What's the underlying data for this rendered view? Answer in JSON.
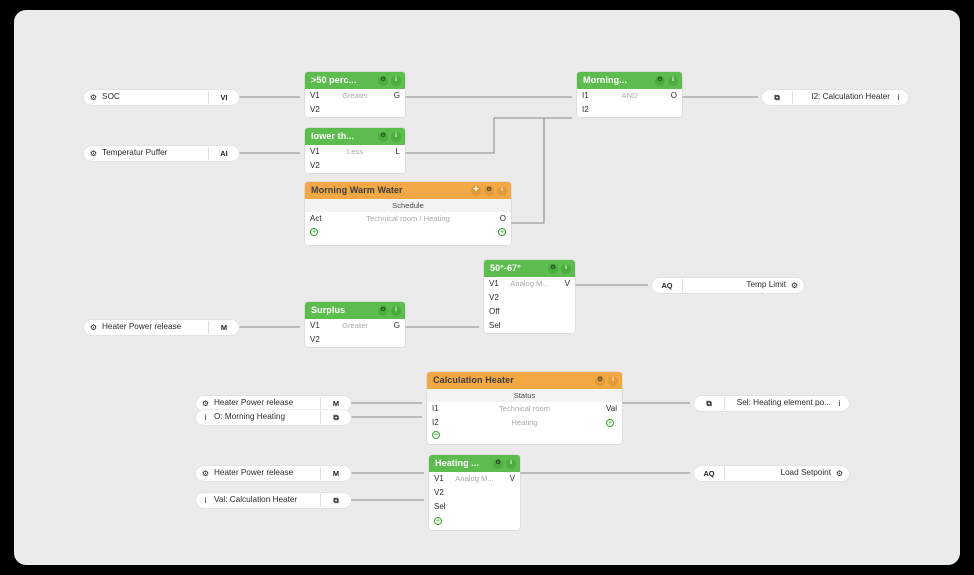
{
  "canvas": {
    "background": "#ebebeb",
    "frame_color": "#000000",
    "colors": {
      "green": "#5cbd4e",
      "orange": "#f3a846",
      "wire": "#8c8c8c",
      "plus": "#34a828"
    }
  },
  "icons": {
    "gear": "⚙",
    "info": "i",
    "move": "✚",
    "plus": "+",
    "export": "⇥",
    "import": "⇤",
    "page": "⧉"
  },
  "input_pills": [
    {
      "id": "soc",
      "icon": "gear-icon",
      "glyph": "⚙",
      "label": "SOC",
      "badge": "VI"
    },
    {
      "id": "temperatur-puffer",
      "icon": "gear-icon",
      "glyph": "⚙",
      "label": "Temperatur Puffer",
      "badge": "AI"
    },
    {
      "id": "heater-power-1",
      "icon": "gear-icon",
      "glyph": "⚙",
      "label": "Heater Power release",
      "badge": "M"
    },
    {
      "id": "heater-power-2",
      "icon": "gear-icon",
      "glyph": "⚙",
      "label": "Heater Power release",
      "badge": "M"
    },
    {
      "id": "morning-heating",
      "icon": "info-icon",
      "glyph": "i",
      "label": "O: Morning Heating",
      "badge": "⧉"
    },
    {
      "id": "heater-power-3",
      "icon": "gear-icon",
      "glyph": "⚙",
      "label": "Heater Power release",
      "badge": "M"
    },
    {
      "id": "val-calc-heater",
      "icon": "info-icon",
      "glyph": "i",
      "label": "Val: Calculation Heater",
      "badge": "⧉"
    }
  ],
  "output_pills": [
    {
      "id": "i2-calculation-heater",
      "badge": "⧉",
      "label": "I2: Calculation Heater",
      "icon": "info-icon",
      "glyph": "i"
    },
    {
      "id": "temp-limit",
      "badge": "AQ",
      "label": "Temp Limit",
      "icon": "gear-icon",
      "glyph": "⚙"
    },
    {
      "id": "sel-heating-element",
      "badge": "⧉",
      "label": "Sel: Heating element po...",
      "icon": "info-icon",
      "glyph": "i"
    },
    {
      "id": "load-setpoint",
      "badge": "AQ",
      "label": "Load Setpoint",
      "icon": "gear-icon",
      "glyph": "⚙"
    }
  ],
  "nodes": [
    {
      "id": "gt50-percent",
      "title": ">50  perc...",
      "color": "green",
      "subtitle": null,
      "func": "Greater",
      "inputs": [
        "V1",
        "V2"
      ],
      "outputs": [
        "G"
      ],
      "header_buttons": [
        "gear-icon",
        "info-icon"
      ],
      "has_plus": false
    },
    {
      "id": "lower-than",
      "title": "lower th...",
      "color": "green",
      "subtitle": null,
      "func": "Less",
      "inputs": [
        "V1",
        "V2"
      ],
      "outputs": [
        "L"
      ],
      "header_buttons": [
        "gear-icon",
        "info-icon"
      ],
      "has_plus": false
    },
    {
      "id": "morning-warm-water",
      "title": "Morning Warm Water",
      "color": "orange",
      "subtitle": "Schedule",
      "func": "Technical room / Heating",
      "inputs": [
        "Act"
      ],
      "outputs": [
        "O"
      ],
      "header_buttons": [
        "move-icon",
        "gear-icon",
        "info-icon"
      ],
      "has_plus": true
    },
    {
      "id": "morning-and",
      "title": "Morning...",
      "color": "green",
      "subtitle": null,
      "func": "AND",
      "inputs": [
        "I1",
        "I2"
      ],
      "outputs": [
        "O"
      ],
      "header_buttons": [
        "gear-icon",
        "info-icon"
      ],
      "has_plus": false
    },
    {
      "id": "temp-range-50-67",
      "title": "50°-67°",
      "color": "green",
      "subtitle": null,
      "func": "Analog M...",
      "inputs": [
        "V1",
        "V2",
        "Off",
        "Sel"
      ],
      "outputs": [
        "V"
      ],
      "header_buttons": [
        "gear-icon",
        "info-icon"
      ],
      "has_plus": false
    },
    {
      "id": "surplus",
      "title": "Surplus",
      "color": "green",
      "subtitle": null,
      "func": "Greater",
      "inputs": [
        "V1",
        "V2"
      ],
      "outputs": [
        "G"
      ],
      "header_buttons": [
        "gear-icon",
        "info-icon"
      ],
      "has_plus": false
    },
    {
      "id": "calculation-heater",
      "title": "Calculation Heater",
      "color": "orange",
      "subtitle": "Status",
      "func": "Technical room",
      "func2": "Heating",
      "inputs": [
        "I1",
        "I2"
      ],
      "outputs": [
        "Val"
      ],
      "header_buttons": [
        "gear-icon",
        "info-icon"
      ],
      "has_plus": true
    },
    {
      "id": "heating-analog",
      "title": "Heating ...",
      "color": "green",
      "subtitle": null,
      "func": "Analog M...",
      "inputs": [
        "V1",
        "V2",
        "Sel"
      ],
      "outputs": [
        "V"
      ],
      "header_buttons": [
        "gear-icon",
        "info-icon"
      ],
      "has_plus": true
    }
  ]
}
